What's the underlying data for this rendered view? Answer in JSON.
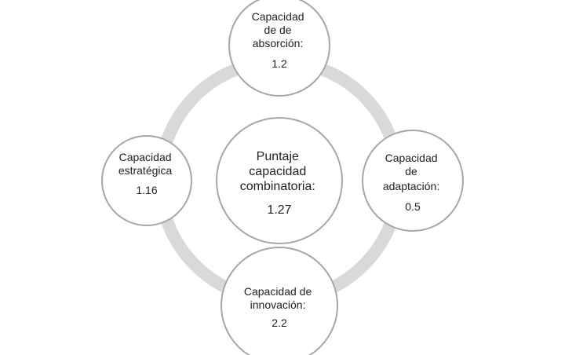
{
  "colors": {
    "ring": "#d9d9d9",
    "node_fill": "#ffffff",
    "node_stroke": "#a6a6a6",
    "text": "#222222"
  },
  "center": {
    "lines": [
      "Puntaje",
      "capacidad",
      "combinatoria:"
    ],
    "value": "1.27"
  },
  "nodes": {
    "absorcion": {
      "lines": [
        "Capacidad",
        "de de",
        "absorción:"
      ],
      "value": "1.2"
    },
    "adaptacion": {
      "lines": [
        "Capacidad",
        "de",
        "adaptación:"
      ],
      "value": "0.5"
    },
    "innovacion": {
      "lines": [
        "Capacidad de",
        "innovación:"
      ],
      "value": "2.2"
    },
    "estrategica": {
      "lines": [
        "Capacidad",
        "estratégica"
      ],
      "value": "1.16"
    }
  }
}
